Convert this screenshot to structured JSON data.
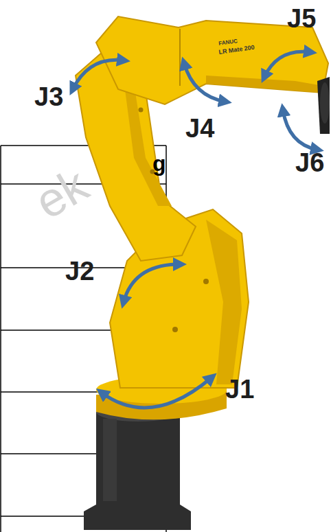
{
  "diagram": {
    "labels": [
      "J5",
      "J3",
      "J4",
      "g",
      "J6",
      "J2",
      "J1",
      "ek",
      "FANUC",
      "LR Mate 200"
    ]
  }
}
